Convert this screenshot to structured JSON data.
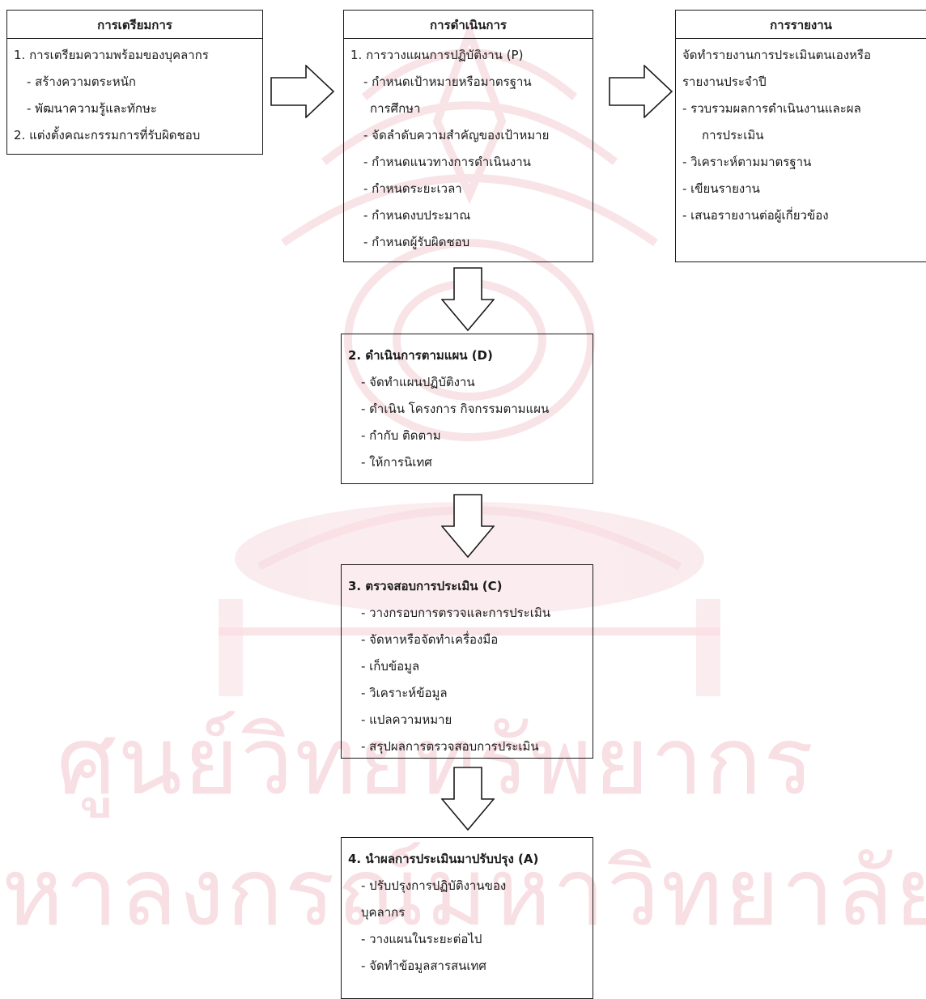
{
  "watermark": {
    "line1": "ศูนย์วิทยทรัพยากร",
    "line2": "หาลงกรณ์มหาวิทยาลัย"
  },
  "colors": {
    "ink": "#1a1a1a",
    "watermark": "#f7dfe3"
  },
  "boxes": {
    "preparation": {
      "title": "การเตรียมการ",
      "lines": [
        "1. การเตรียมความพร้อมของบุคลากร",
        "- สร้างความตระหนัก",
        "- พัฒนาความรู้และทักษะ",
        "2. แต่งตั้งคณะกรรมการที่รับผิดชอบ"
      ]
    },
    "execution": {
      "title": "การดำเนินการ",
      "lines": [
        "1. การวางแผนการปฏิบัติงาน (P)",
        "- กำหนดเป้าหมายหรือมาตรฐาน",
        "การศึกษา",
        "- จัดลำดับความสำคัญของเป้าหมาย",
        "- กำหนดแนวทางการดำเนินงาน",
        "- กำหนดระยะเวลา",
        "- กำหนดงบประมาณ",
        "- กำหนดผู้รับผิดชอบ"
      ]
    },
    "reporting": {
      "title": "การรายงาน",
      "lines": [
        "จัดทำรายงานการประเมินตนเองหรือ",
        "รายงานประจำปี",
        "- รวบรวมผลการดำเนินงานและผล",
        "การประเมิน",
        "- วิเคราะห์ตามมาตรฐาน",
        "- เขียนรายงาน",
        "- เสนอรายงานต่อผู้เกี่ยวข้อง"
      ]
    },
    "do": {
      "title": "2. ดำเนินการตามแผน (D)",
      "lines": [
        "- จัดทำแผนปฏิบัติงาน",
        "- ดำเนิน โครงการ กิจกรรมตามแผน",
        "- กำกับ ติดตาม",
        "- ให้การนิเทศ"
      ]
    },
    "check": {
      "title": "3. ตรวจสอบการประเมิน (C)",
      "lines": [
        "- วางกรอบการตรวจและการประเมิน",
        "- จัดหาหรือจัดทำเครื่องมือ",
        "- เก็บข้อมูล",
        "- วิเคราะห์ข้อมูล",
        "- แปลความหมาย",
        "- สรุปผลการตรวจสอบการประเมิน"
      ]
    },
    "act": {
      "title": "4. นำผลการประเมินมาปรับปรุง (A)",
      "lines": [
        "- ปรับปรุงการปฏิบัติงานของ",
        "บุคลากร",
        "- วางแผนในระยะต่อไป",
        "- จัดทำข้อมูลสารสนเทศ"
      ]
    }
  }
}
